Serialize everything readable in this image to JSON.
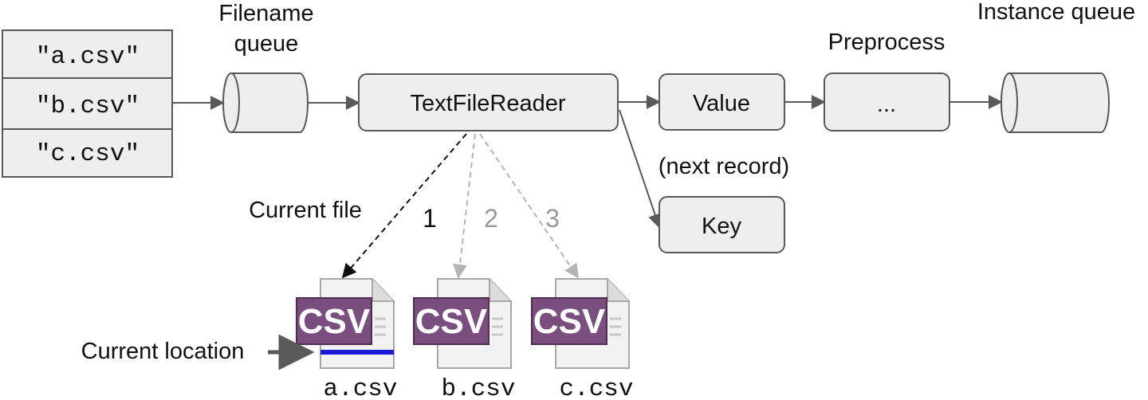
{
  "labels": {
    "filename_queue_line1": "Filename",
    "filename_queue_line2": "queue",
    "preprocess": "Preprocess",
    "instance_queue": "Instance queue",
    "next_record": "(next record)",
    "current_file": "Current file",
    "current_location": "Current location"
  },
  "filename_list": [
    "\"a.csv\"",
    "\"b.csv\"",
    "\"c.csv\""
  ],
  "nodes": {
    "reader": "TextFileReader",
    "value": "Value",
    "key": "Key",
    "preprocess_box": "..."
  },
  "arrow_numbers": [
    "1",
    "2",
    "3"
  ],
  "files": [
    {
      "badge": "CSV",
      "name": "a.csv"
    },
    {
      "badge": "CSV",
      "name": "b.csv"
    },
    {
      "badge": "CSV",
      "name": "c.csv"
    }
  ],
  "colors": {
    "box_fill": "#eeeeee",
    "stroke": "#595959",
    "badge_purple": "#7a4e7e",
    "current_location_line": "#1a1ad6",
    "inactive_gray": "#b4b4b4"
  }
}
